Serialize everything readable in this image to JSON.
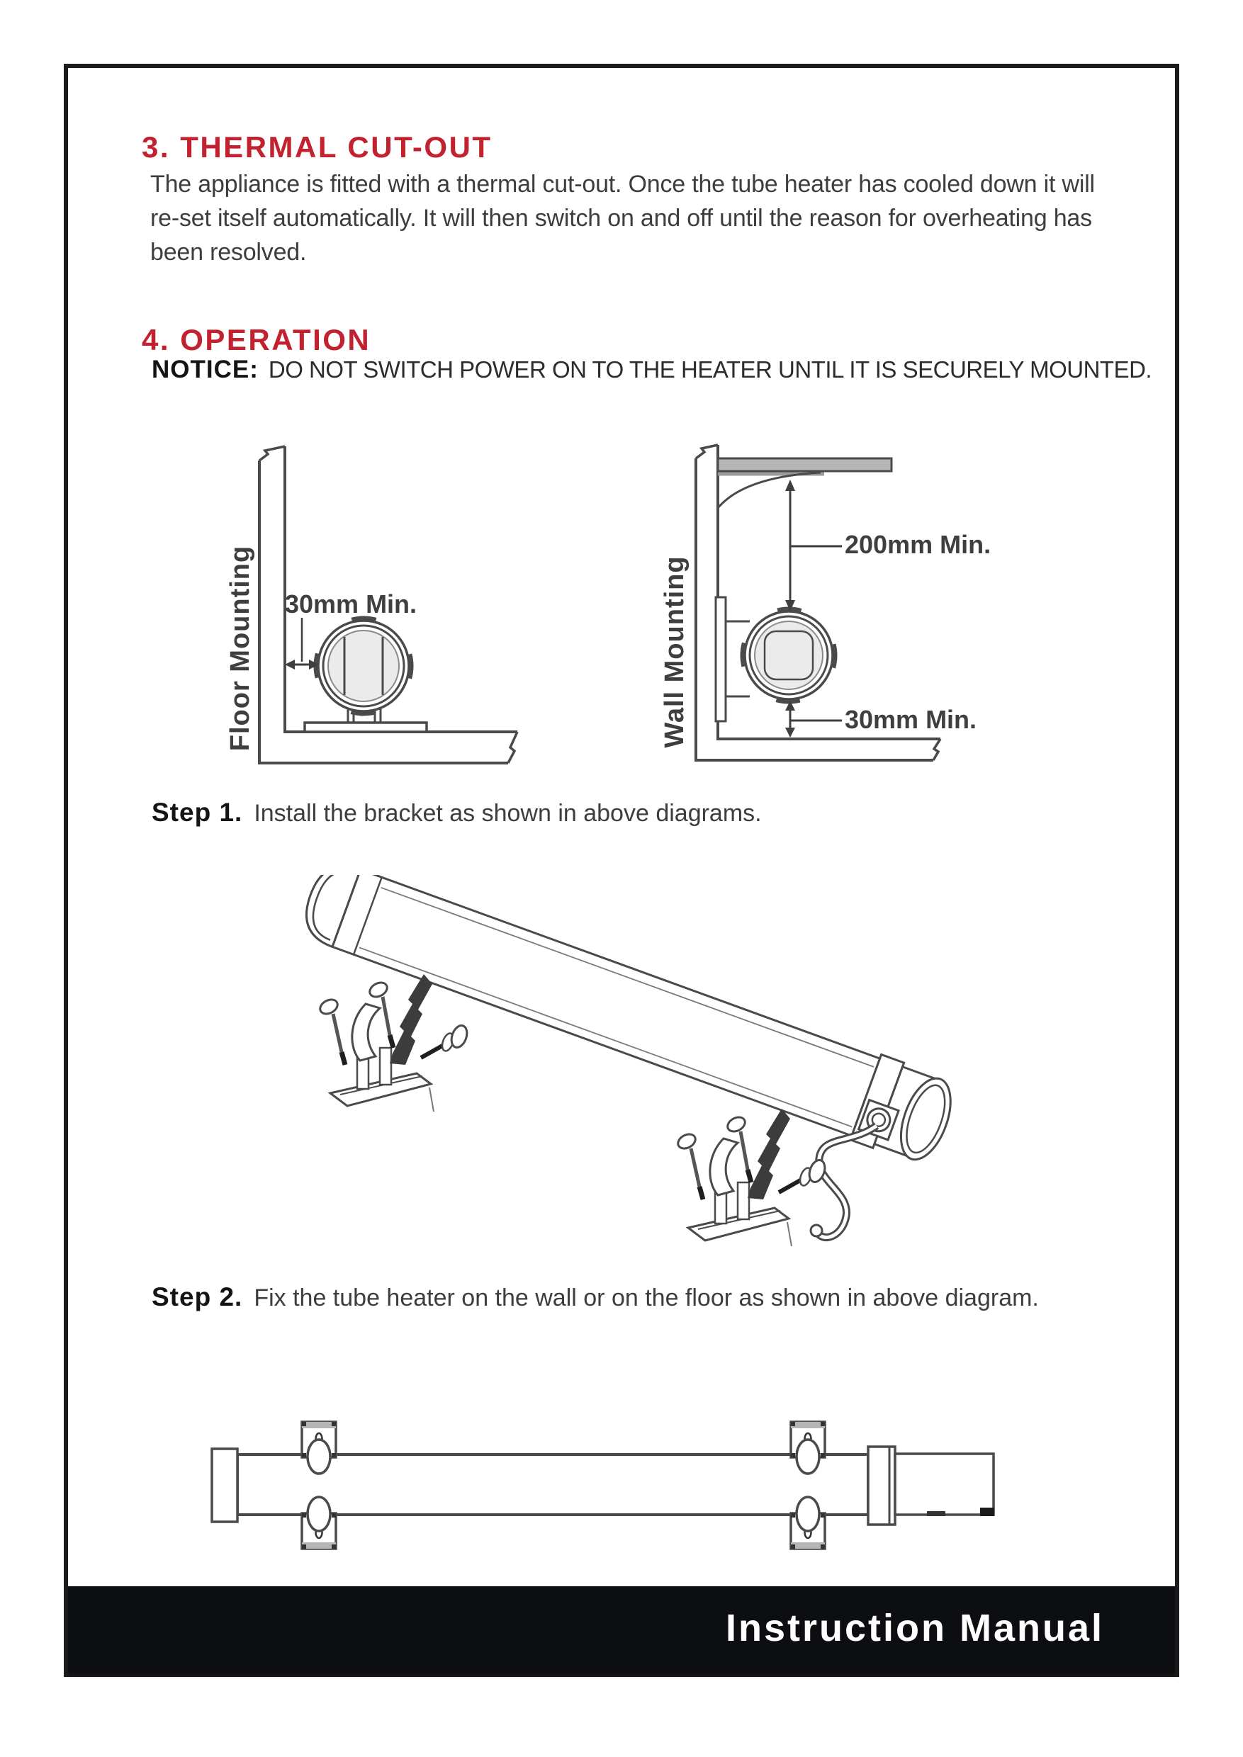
{
  "document": {
    "footer_title": "Instruction Manual"
  },
  "sections": {
    "thermal_cutout": {
      "heading": "3. THERMAL CUT-OUT",
      "body": "The appliance is fitted with a thermal cut-out. Once the tube heater has cooled down it will re-set itself automatically. It will then switch on and off until the reason for overheating has been resolved."
    },
    "operation": {
      "heading": "4. OPERATION",
      "notice_label": "NOTICE:",
      "notice_text": "DO NOT SWITCH POWER ON TO THE HEATER UNTIL IT IS SECURELY MOUNTED."
    }
  },
  "diagrams": {
    "floor_mounting": {
      "label": "Floor Mounting",
      "side_clearance": "30mm Min."
    },
    "wall_mounting": {
      "label": "Wall Mounting",
      "top_clearance": "200mm Min.",
      "bottom_clearance": "30mm Min."
    }
  },
  "steps": [
    {
      "label": "Step 1.",
      "text": "Install the bracket as shown in above diagrams."
    },
    {
      "label": "Step 2.",
      "text": "Fix the tube heater on the wall or on the floor as shown in above diagram."
    }
  ],
  "colors": {
    "accent_red": "#c2222f",
    "body_text": "#3d3d3d",
    "diagram_line": "#4a4a4a",
    "footer_bg": "#0c0e11"
  }
}
